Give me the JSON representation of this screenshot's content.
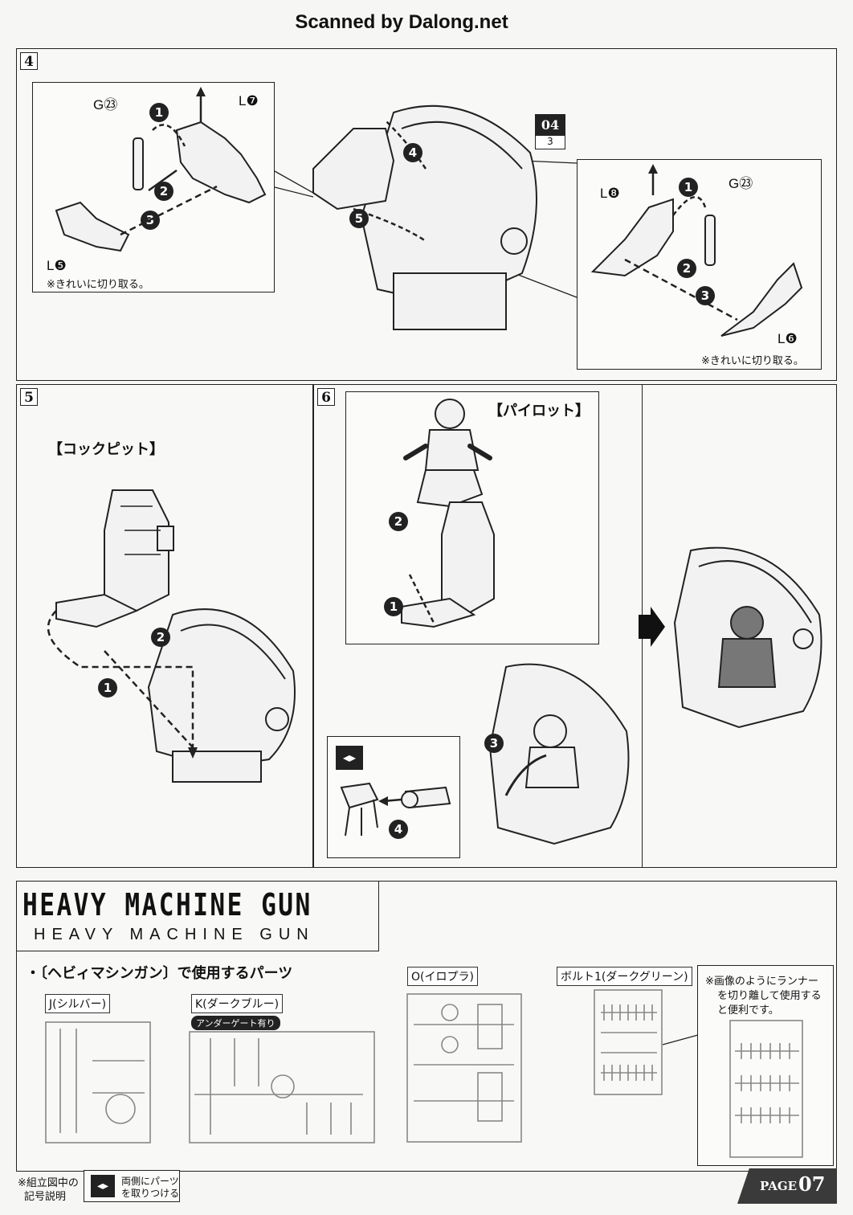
{
  "header": {
    "scan_credit": "Scanned by Dalong.net"
  },
  "step4": {
    "number": "4",
    "left_detail": {
      "part_top": "G㉓",
      "part_top_right": "L❼",
      "part_bottom": "L❺",
      "order": [
        "1",
        "2",
        "3"
      ],
      "note": "※きれいに切り取る。"
    },
    "center": {
      "ref_page": "04",
      "ref_step": "3",
      "order": [
        "4",
        "5"
      ]
    },
    "right_detail": {
      "part_top_left": "L❽",
      "part_top_right": "G㉓",
      "part_bottom": "L❻",
      "order": [
        "1",
        "2",
        "3"
      ],
      "note": "※きれいに切り取る。"
    }
  },
  "step5": {
    "number": "5",
    "title": "【コックピット】",
    "order": [
      "1",
      "2"
    ]
  },
  "step6": {
    "number": "6",
    "title": "【パイロット】",
    "order": [
      "1",
      "2",
      "3",
      "4"
    ],
    "symbol_hint": "both-sides-attach-icon"
  },
  "heavy_mg": {
    "logo_stylized": "HEAVY MACHINE GUN",
    "logo_sub": "HEAVY MACHINE GUN",
    "parts_heading": "・〔ヘビィマシンガン〕で使用するパーツ",
    "runners": [
      {
        "label": "J(シルバー)"
      },
      {
        "label": "K(ダークブルー)",
        "badge": "アンダーゲート有り"
      },
      {
        "label": "O(イロプラ)"
      },
      {
        "label": "ボルト1(ダークグリーン)"
      }
    ],
    "runner_note": [
      "※画像のようにランナー",
      "を切り離して使用する",
      "と便利です。"
    ]
  },
  "footer": {
    "legend_title": [
      "※組立図中の",
      "記号説明"
    ],
    "legend_text": [
      "両側にパーツ",
      "を取りつける"
    ],
    "page_label": "PAGE",
    "page_number": "07"
  }
}
